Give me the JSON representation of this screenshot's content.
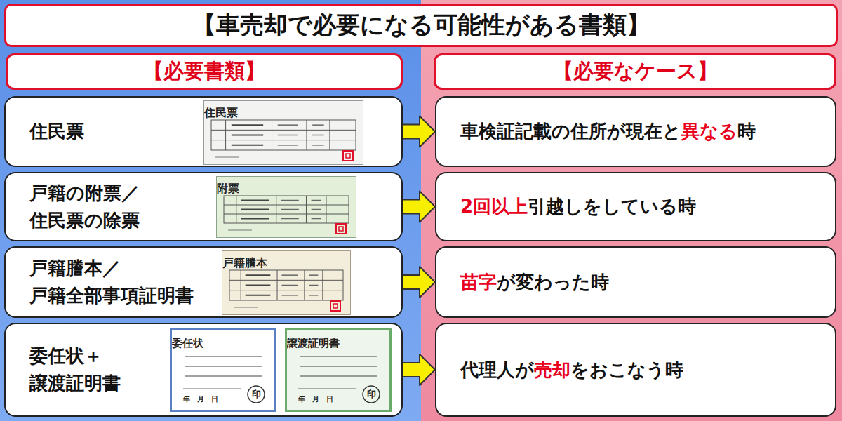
{
  "diagram": {
    "title": "【車売却で必要になる可能性がある書類】",
    "nodes": [
      {
        "text": [
          "【必要書類】"
        ]
      },
      {
        "text": [
          "【必要なケース】"
        ]
      },
      {
        "text": [
          "住民票"
        ]
      },
      {
        "text": [
          "住民票"
        ],
        "in": 2
      },
      {
        "text": [
          "車検証記載の住所が現在と",
          "異なる",
          "時"
        ]
      },
      {
        "text": [
          "戸籍の附票／ 住民票の除票"
        ]
      },
      {
        "text": [
          "附票"
        ],
        "in": 5
      },
      {
        "text": [
          "2回以上",
          "引越しをしている時"
        ]
      },
      {
        "text": [
          "戸籍謄本／ 戸籍全部事項証明書"
        ]
      },
      {
        "text": [
          "戸籍謄本"
        ],
        "in": 8
      },
      {
        "text": [
          "苗字",
          "が変わった時"
        ]
      },
      {
        "text": [
          "委任状＋ 譲渡証明書"
        ]
      },
      {
        "text": [
          "委任状",
          "年　月　日",
          "印"
        ],
        "in": 11
      },
      {
        "text": [
          "譲渡証明書",
          "年　月　日",
          "印"
        ],
        "in": 11
      },
      {
        "text": [
          "代理人が",
          "売却",
          "をおこなう時"
        ]
      }
    ],
    "edges": [
      {
        "from": 2,
        "to": 4,
        "arrow": "to"
      },
      {
        "from": 5,
        "to": 7,
        "arrow": "to"
      },
      {
        "from": 8,
        "to": 10,
        "arrow": "to"
      },
      {
        "from": 11,
        "to": 14,
        "arrow": "to"
      }
    ]
  }
}
